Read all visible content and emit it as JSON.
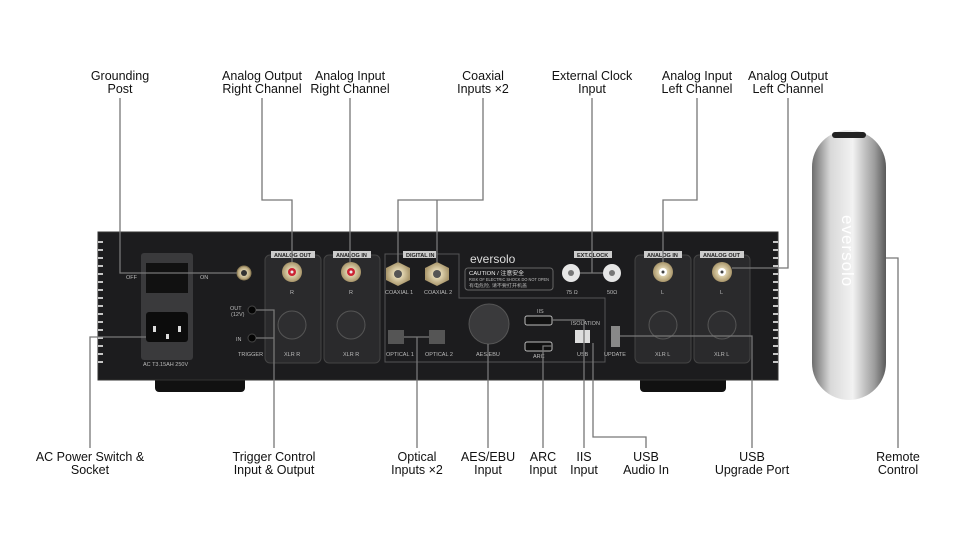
{
  "callouts_top": [
    {
      "id": "grounding-post",
      "lines": [
        "Grounding",
        "Post"
      ]
    },
    {
      "id": "analog-output-right",
      "lines": [
        "Analog Output",
        "Right Channel"
      ]
    },
    {
      "id": "analog-input-right",
      "lines": [
        "Analog Input",
        "Right Channel"
      ]
    },
    {
      "id": "coaxial-inputs",
      "lines": [
        "Coaxial",
        "Inputs ×2"
      ]
    },
    {
      "id": "external-clock",
      "lines": [
        "External Clock",
        "Input"
      ]
    },
    {
      "id": "analog-input-left",
      "lines": [
        "Analog Input",
        "Left Channel"
      ]
    },
    {
      "id": "analog-output-left",
      "lines": [
        "Analog Output",
        "Left Channel"
      ]
    }
  ],
  "callouts_bottom": [
    {
      "id": "ac-power",
      "lines": [
        "AC Power Switch &",
        "Socket"
      ]
    },
    {
      "id": "trigger",
      "lines": [
        "Trigger Control",
        "Input & Output"
      ]
    },
    {
      "id": "optical",
      "lines": [
        "Optical",
        "Inputs ×2"
      ]
    },
    {
      "id": "aes-ebu",
      "lines": [
        "AES/EBU",
        "Input"
      ]
    },
    {
      "id": "arc",
      "lines": [
        "ARC",
        "Input"
      ]
    },
    {
      "id": "iis",
      "lines": [
        "IIS",
        "Input"
      ]
    },
    {
      "id": "usb-audio",
      "lines": [
        "USB",
        "Audio In"
      ]
    },
    {
      "id": "usb-upgrade",
      "lines": [
        "USB",
        "Upgrade Port"
      ]
    },
    {
      "id": "remote",
      "lines": [
        "Remote",
        "Control"
      ]
    }
  ],
  "panel": {
    "brand": "eversolo",
    "off": "OFF",
    "on": "ON",
    "ac": "AC   T3.15AH 250V",
    "analog_out": "ANALOG OUT",
    "analog_in": "ANALOG IN",
    "digital_in": "DIGITAL IN",
    "ext_clock": "EXT.CLOCK",
    "r": "R",
    "l": "L",
    "xlr_r": "XLR R",
    "xlr_l": "XLR L",
    "out": "OUT",
    "out_v": "(12V)",
    "in": "IN",
    "trigger": "TRIGGER",
    "coaxial1": "COAXIAL 1",
    "coaxial2": "COAXIAL 2",
    "optical1": "OPTICAL 1",
    "optical2": "OPTICAL 2",
    "aes": "AES/EBU",
    "iis": "IIS",
    "arc": "ARC",
    "isolation": "ISOLATION",
    "usb": "USB",
    "update": "UPDATE",
    "ohm75": "75 Ω",
    "ohm50": "50Ω",
    "caution_title": "CAUTION / 注意安全",
    "caution_line1": "RISK OF ELECTRIC SHOCK DO NOT OPEN",
    "caution_line2": "有电危险, 请不要打开机盖"
  },
  "remote_brand": "eversolo",
  "colors": {
    "line": "#777777",
    "chassis": "#1c1c1e",
    "gold": "#c9b68a"
  }
}
